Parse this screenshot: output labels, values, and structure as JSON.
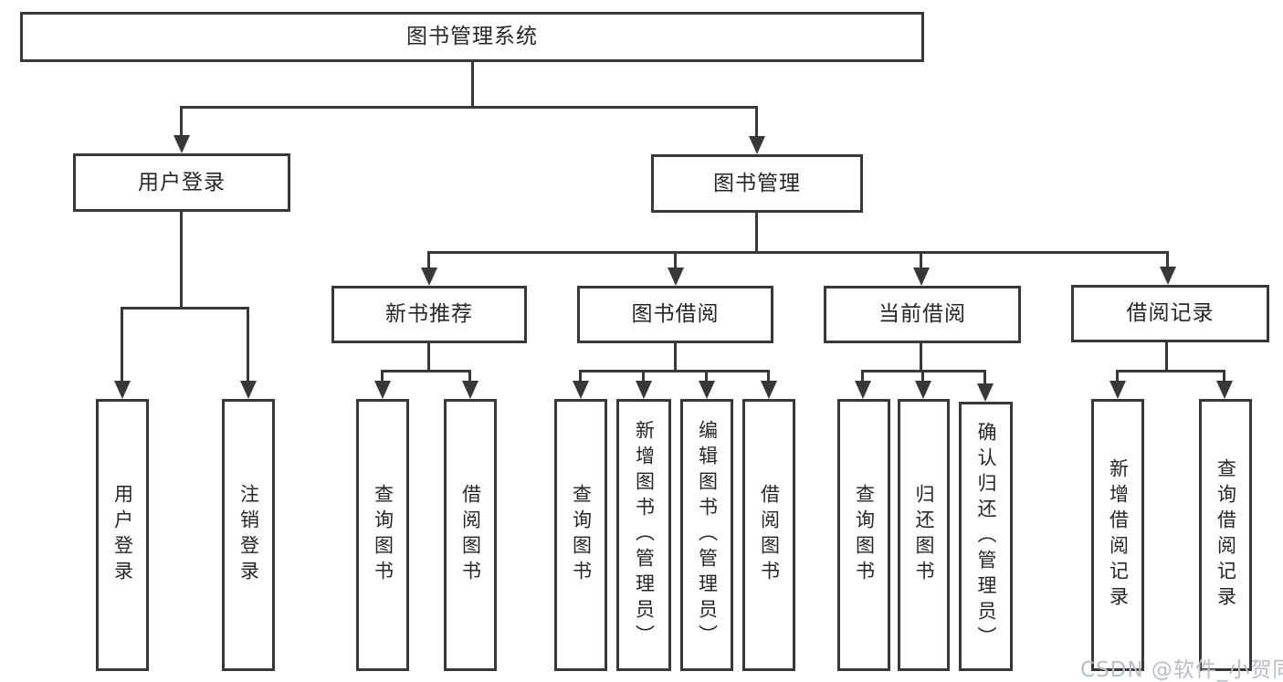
{
  "colors": {
    "line": "#383838",
    "text": "#262626",
    "bg": "#ffffff",
    "watermark": "#b6bdc7"
  },
  "watermark": "CSDN @软件_小贺同学",
  "diagram": {
    "root": {
      "label": "图书管理系统"
    },
    "level2": {
      "user_login": {
        "label": "用户登录"
      },
      "book_mgmt": {
        "label": "图书管理"
      }
    },
    "user_login_children": {
      "login": {
        "label": "用户登录"
      },
      "logout": {
        "label": "注销登录"
      }
    },
    "level3": {
      "new_book_rec": {
        "label": "新书推荐"
      },
      "book_borrow": {
        "label": "图书借阅"
      },
      "current_borrow": {
        "label": "当前借阅"
      },
      "borrow_records": {
        "label": "借阅记录"
      }
    },
    "new_book_rec_children": {
      "query_books": {
        "label": "查询图书"
      },
      "borrow_books": {
        "label": "借阅图书"
      }
    },
    "book_borrow_children": {
      "query_books": {
        "label": "查询图书"
      },
      "add_books": {
        "label": "新增图书（管理员）"
      },
      "edit_books": {
        "label": "编辑图书（管理员）"
      },
      "borrow_books": {
        "label": "借阅图书"
      }
    },
    "current_borrow_children": {
      "query_books": {
        "label": "查询图书"
      },
      "return_books": {
        "label": "归还图书"
      },
      "confirm_return": {
        "label": "确认归还（管理员）"
      }
    },
    "borrow_records_children": {
      "add_record": {
        "label": "新增借阅记录"
      },
      "query_record": {
        "label": "查询借阅记录"
      }
    }
  }
}
